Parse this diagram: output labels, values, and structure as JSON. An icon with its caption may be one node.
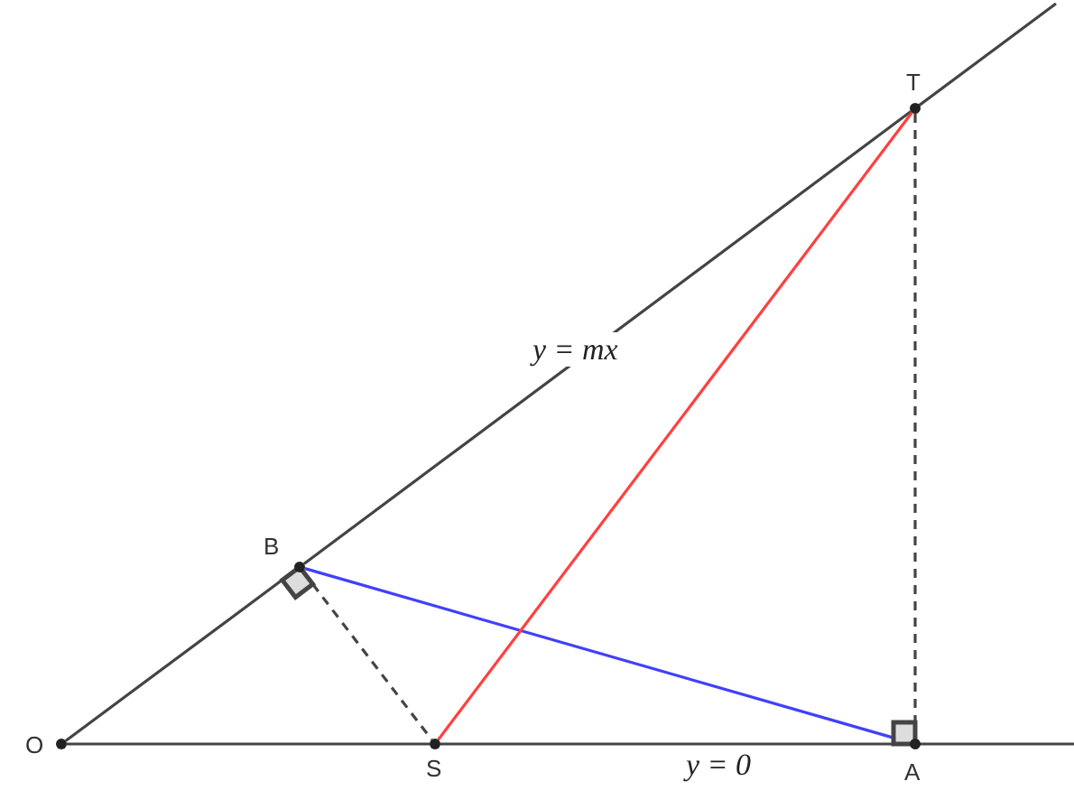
{
  "diagram": {
    "nodes": [
      {
        "text": [
          "O"
        ]
      },
      {
        "text": [
          "B"
        ]
      },
      {
        "text": [
          "S"
        ]
      },
      {
        "text": [
          "A"
        ]
      },
      {
        "text": [
          "T"
        ]
      }
    ],
    "edges": [
      {
        "from": 0,
        "to": 1,
        "arrow": "none"
      },
      {
        "from": 1,
        "to": 4,
        "arrow": "none",
        "label": "y = mx"
      },
      {
        "from": 0,
        "to": 2,
        "arrow": "none"
      },
      {
        "from": 2,
        "to": 3,
        "arrow": "none",
        "label": "y = 0"
      },
      {
        "from": 1,
        "to": 2,
        "arrow": "none",
        "style": "dashed"
      },
      {
        "from": 1,
        "to": 3,
        "arrow": "none",
        "color": "#4040ff"
      },
      {
        "from": 2,
        "to": 4,
        "arrow": "none",
        "color": "#ff4040"
      },
      {
        "from": 4,
        "to": 3,
        "arrow": "none",
        "style": "dashed"
      }
    ]
  }
}
